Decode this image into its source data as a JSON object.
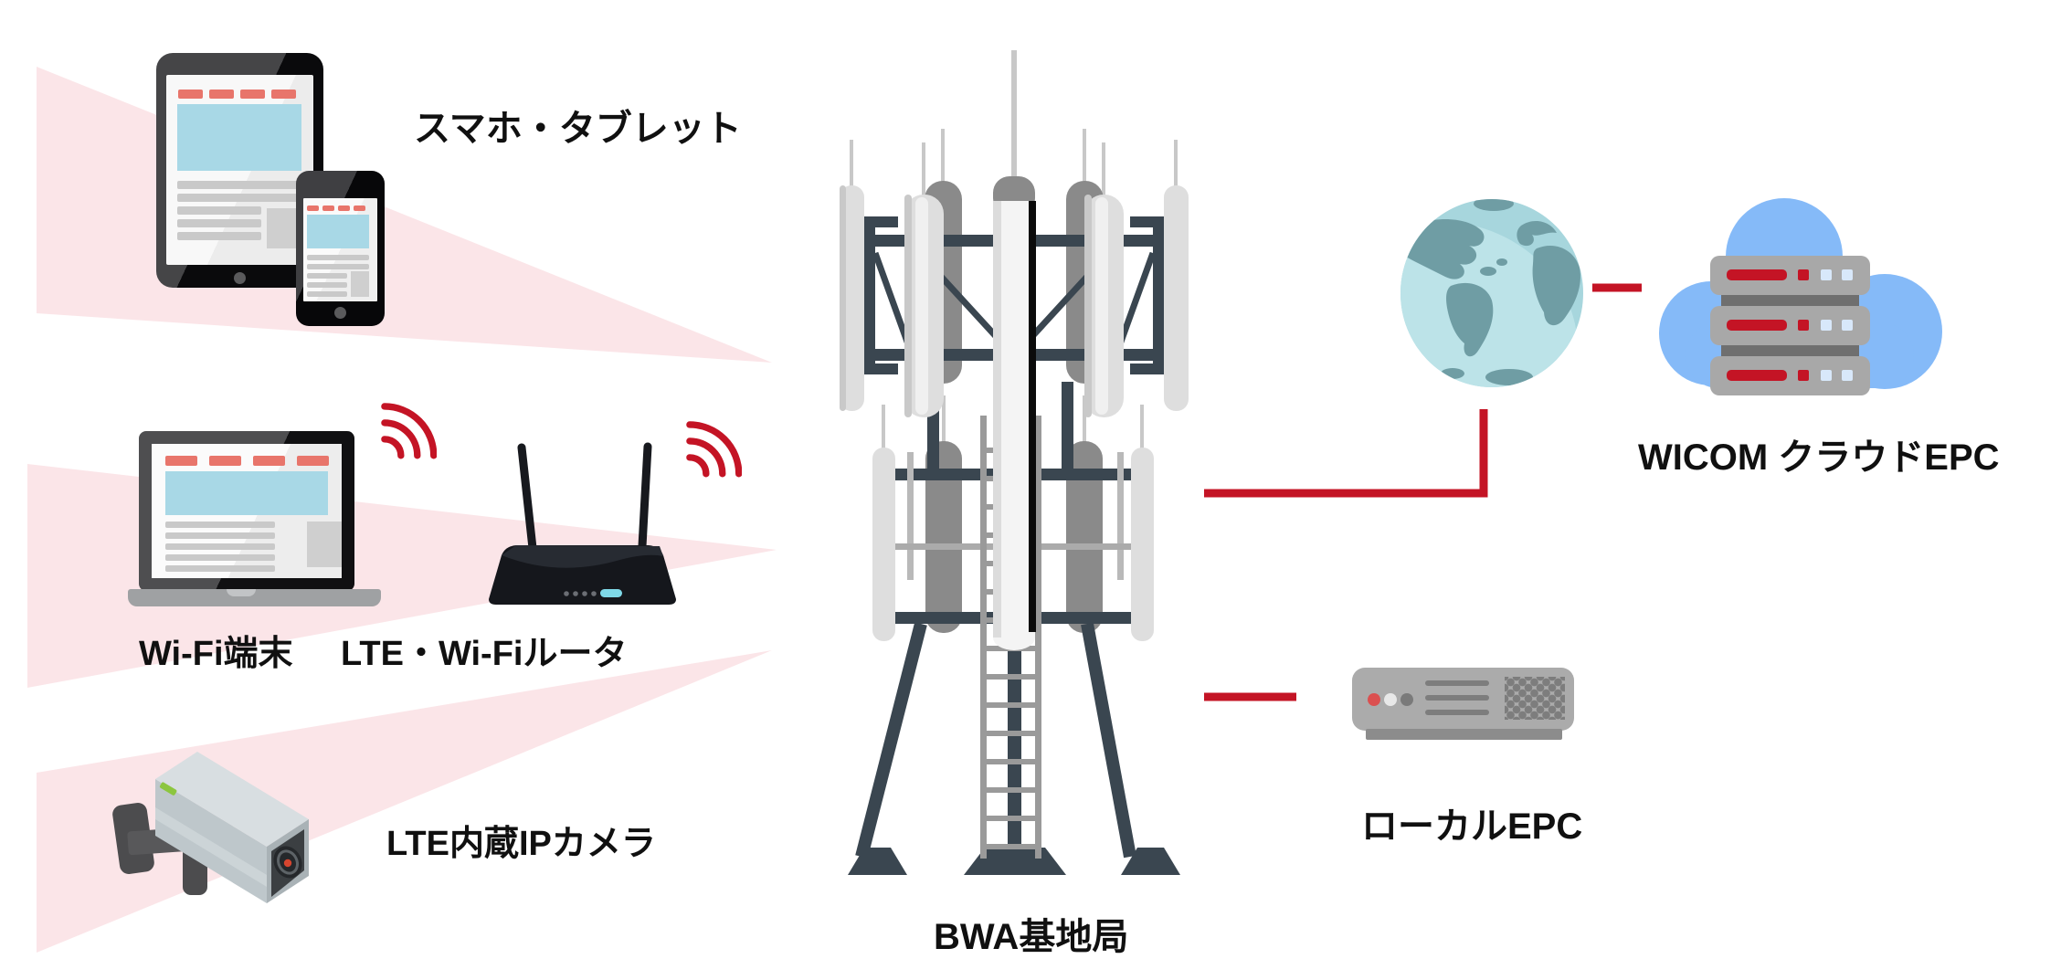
{
  "diagram": {
    "type": "network-architecture",
    "labels": {
      "smartphone_tablet": "スマホ・タブレット",
      "wifi_terminal": "Wi-Fi端末",
      "lte_wifi_router": "LTE・Wi-Fiルータ",
      "lte_ip_camera": "LTE内蔵IPカメラ",
      "bwa_base_station": "BWA基地局",
      "wicom_cloud_epc": "WICOM クラウドEPC",
      "local_epc": "ローカルEPC"
    },
    "nodes": [
      {
        "id": "smartphone-tablet",
        "label": "スマホ・タブレット",
        "icons": [
          "tablet-icon",
          "smartphone-icon"
        ]
      },
      {
        "id": "wifi-terminal",
        "label": "Wi-Fi端末",
        "icons": [
          "laptop-icon",
          "wifi-signal-icon"
        ]
      },
      {
        "id": "lte-wifi-router",
        "label": "LTE・Wi-Fiルータ",
        "icons": [
          "router-icon",
          "wifi-signal-icon"
        ]
      },
      {
        "id": "lte-ip-camera",
        "label": "LTE内蔵IPカメラ",
        "icons": [
          "cctv-camera-icon"
        ]
      },
      {
        "id": "bwa-base-station",
        "label": "BWA基地局",
        "icons": [
          "cell-tower-icon"
        ]
      },
      {
        "id": "internet",
        "label": "",
        "icons": [
          "globe-icon"
        ]
      },
      {
        "id": "wicom-cloud-epc",
        "label": "WICOM クラウドEPC",
        "icons": [
          "cloud-icon",
          "server-rack-icon"
        ]
      },
      {
        "id": "local-epc",
        "label": "ローカルEPC",
        "icons": [
          "server-box-icon"
        ]
      }
    ],
    "connections": [
      {
        "from": "smartphone-tablet",
        "to": "bwa-base-station",
        "style": "pink-beam"
      },
      {
        "from": "wifi-terminal",
        "to": "bwa-base-station",
        "style": "pink-beam"
      },
      {
        "from": "lte-wifi-router",
        "to": "bwa-base-station",
        "style": "pink-beam"
      },
      {
        "from": "lte-ip-camera",
        "to": "bwa-base-station",
        "style": "pink-beam"
      },
      {
        "from": "bwa-base-station",
        "to": "internet",
        "style": "red-line"
      },
      {
        "from": "internet",
        "to": "wicom-cloud-epc",
        "style": "red-line"
      },
      {
        "from": "bwa-base-station",
        "to": "local-epc",
        "style": "red-line"
      }
    ],
    "colors": {
      "accent_red": "#c41425",
      "beam_pink": "#fbe5e8",
      "salmon": "#e8756b",
      "screen_blue": "#a8d8e6",
      "cloud_blue": "#85baf8",
      "tower_frame": "#3a4650",
      "globe_ocean": "#a7d6dd",
      "globe_land": "#6f9da4",
      "server_gray": "#a8a8a8",
      "background": "#ffffff"
    }
  }
}
